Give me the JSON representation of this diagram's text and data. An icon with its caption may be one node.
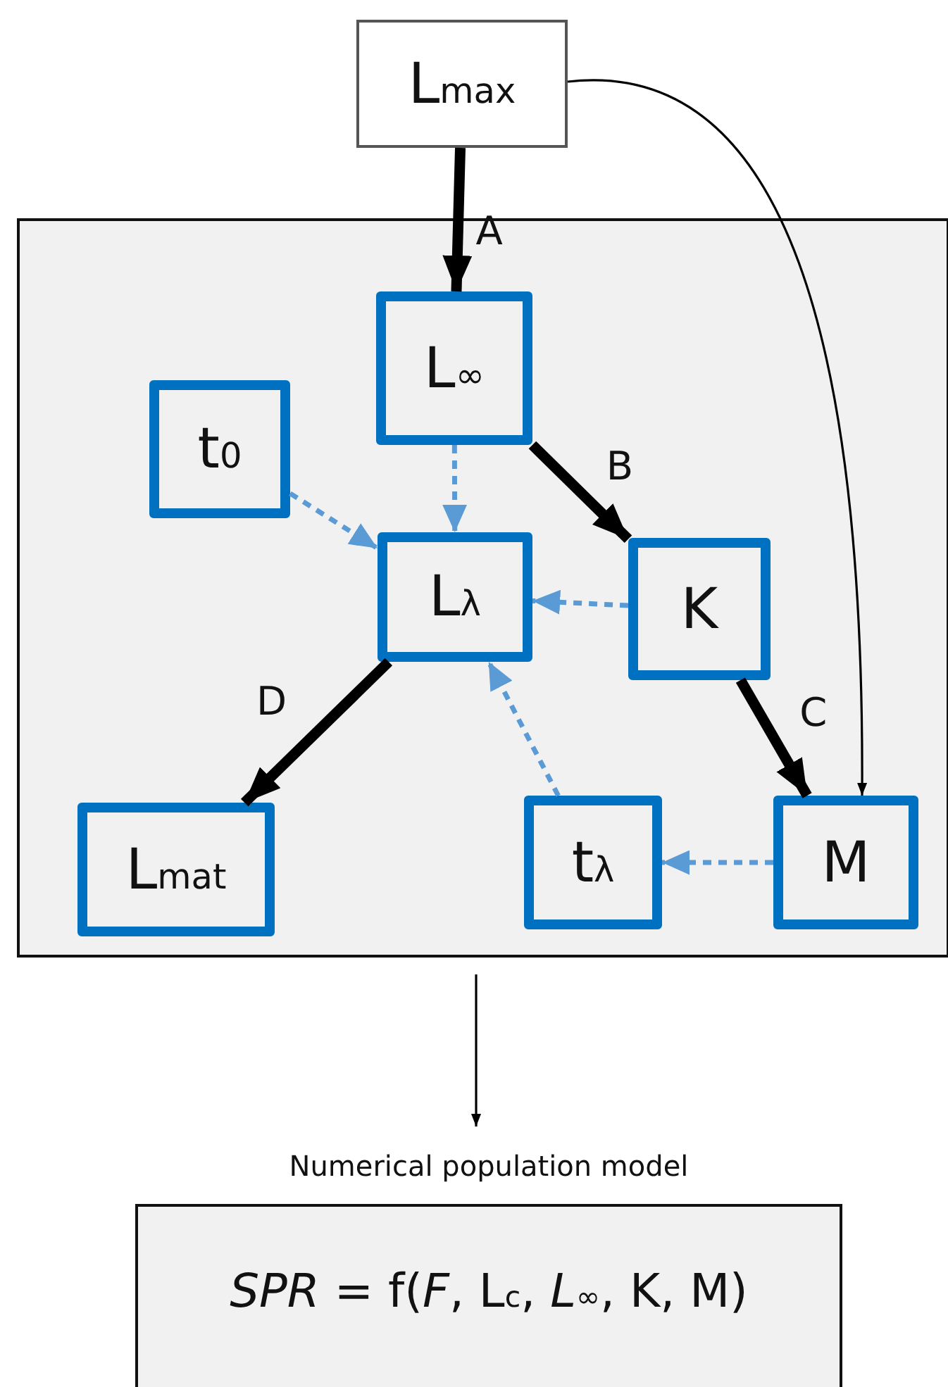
{
  "diagram": {
    "nodes": [
      {
        "text": [
          "L$_{max}$"
        ]
      },
      {
        "text": [],
        "shape": "box"
      },
      {
        "text": [
          "L$_{∞}$"
        ],
        "in": 1
      },
      {
        "text": [
          "t$_{0}$"
        ],
        "in": 1
      },
      {
        "text": [
          "L$_{λ}$"
        ],
        "in": 1
      },
      {
        "text": [
          "K"
        ],
        "in": 1
      },
      {
        "text": [
          "L$_{mat}$"
        ],
        "in": 1
      },
      {
        "text": [
          "t$_{λ}$"
        ],
        "in": 1
      },
      {
        "text": [
          "M"
        ],
        "in": 1
      },
      {
        "text": [
          "Numerical population model",
          "*SPR* = f(*F*, L$_{c}$, *L*$_{∞}$, K, M)"
        ]
      }
    ],
    "edges": [
      {
        "from": 0,
        "to": 2,
        "arrow": "to",
        "label": "A",
        "style": "thick"
      },
      {
        "from": 0,
        "to": 8,
        "arrow": "to"
      },
      {
        "from": 2,
        "to": 5,
        "arrow": "to",
        "label": "B",
        "style": "thick"
      },
      {
        "from": 5,
        "to": 8,
        "arrow": "to",
        "label": "C",
        "style": "thick"
      },
      {
        "from": 4,
        "to": 6,
        "arrow": "to",
        "label": "D",
        "style": "thick"
      },
      {
        "from": 2,
        "to": 4,
        "arrow": "to",
        "style": "dashed",
        "color": "#5b9bd5"
      },
      {
        "from": 3,
        "to": 4,
        "arrow": "to",
        "style": "dashed",
        "color": "#5b9bd5"
      },
      {
        "from": 5,
        "to": 4,
        "arrow": "to",
        "style": "dashed",
        "color": "#5b9bd5"
      },
      {
        "from": 7,
        "to": 4,
        "arrow": "to",
        "style": "dashed",
        "color": "#5b9bd5"
      },
      {
        "from": 8,
        "to": 7,
        "arrow": "to",
        "style": "dashed",
        "color": "#5b9bd5"
      },
      {
        "from": 1,
        "to": 9,
        "arrow": "to"
      }
    ]
  }
}
